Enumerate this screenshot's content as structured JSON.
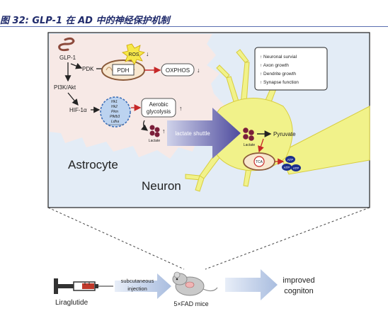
{
  "header": {
    "title": "图 32:  GLP-1 在 AD 中的神经保护机制"
  },
  "colors": {
    "astrocyte_fill": "#f7e9e6",
    "panel_fill": "#e3ecf6",
    "neuron_fill": "#f1f28a",
    "shuttle_arrow": "#5b5aa8",
    "red_arrow": "#c62828",
    "title": "#1f2a6b"
  },
  "astrocyte": {
    "label": "Astrocyte",
    "glp1": "GLP-1",
    "pdk": "PDK",
    "pi3k": "PI3K/Akt",
    "hif": "HIF-1α",
    "genes": [
      "Hk1",
      "Hk2",
      "Pkm",
      "Pfkfb3",
      "Ldha"
    ],
    "pdh": "PDH",
    "ros": "ROS",
    "ros_arrow": "↓",
    "oxphos": "OXPHOS",
    "oxphos_arrow": "↓",
    "aerobic_line1": "Aerobic",
    "aerobic_line2": "glycolysis",
    "aerobic_arrow": "↑",
    "lactate": "Lactate",
    "lactate_arrow": "↑"
  },
  "shuttle": {
    "label": "lactate shuttle"
  },
  "neuron": {
    "label": "Neuron",
    "lactate": "Lactate",
    "pyruvate": "Pyruvate",
    "tca": "TCA",
    "atp": "ATP",
    "effects": [
      "↑ Neuronal survial",
      "↑ Axon growth",
      "↑ Dendrite growth",
      "↑ Synapse function"
    ]
  },
  "bottom": {
    "drug": "Liraglutide",
    "route_line1": "subcutaneous",
    "route_line2": "injection",
    "mice": "5×FAD mice",
    "outcome_line1": "improved",
    "outcome_line2": "cogniton"
  }
}
